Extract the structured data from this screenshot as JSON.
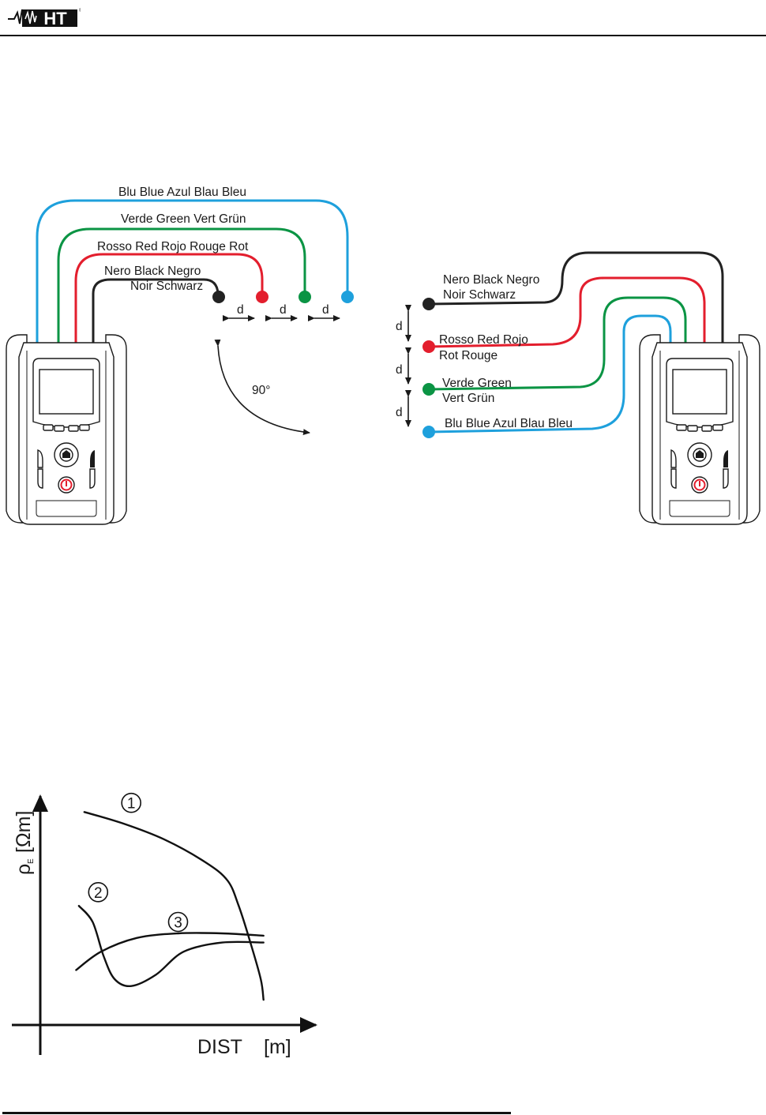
{
  "header": {
    "logo_text": "HT",
    "logo_mark": "®"
  },
  "colors": {
    "black": "#222222",
    "red": "#e31e2d",
    "green": "#0b9444",
    "blue": "#1ea0dc"
  },
  "wenner_diagram": {
    "labels": {
      "blue": "Blu Blue Azul Blau Bleu",
      "green": "Verde Green Vert Grün",
      "red": "Rosso Red Rojo Rouge Rot",
      "black_line1": "Nero Black Negro",
      "black_line2": "Noir Schwarz"
    },
    "spacing_label": "d",
    "angle_label": "90°"
  },
  "rotated_diagram": {
    "labels": {
      "black_line1": "Nero Black Negro",
      "black_line2": "Noir Schwarz",
      "red_line1": "Rosso Red Rojo",
      "red_line2": "Rot Rouge",
      "green_line1": "Verde Green",
      "green_line2": "Vert Grün",
      "blue": "Blu Blue Azul Blau Bleu"
    },
    "spacing_label": "d"
  },
  "chart_data": {
    "type": "line",
    "title": "",
    "ylabel": "ρE [Ωm]",
    "ylabel_main": "ρ",
    "ylabel_sub": "E",
    "ylabel_unit": "[Ωm]",
    "xlabel": "DIST [m]",
    "xlabel_main": "DIST",
    "xlabel_unit": "[m]",
    "grid": false,
    "xlim": [
      0,
      100
    ],
    "ylim": [
      0,
      100
    ],
    "series": [
      {
        "name": "1",
        "x": [
          16,
          30,
          45,
          60,
          68,
          72,
          76,
          80,
          81
        ],
        "y": [
          93,
          88,
          81,
          71,
          63,
          52,
          37,
          20,
          11
        ]
      },
      {
        "name": "2",
        "x": [
          14,
          19,
          23,
          27,
          33,
          42,
          52,
          66,
          81
        ],
        "y": [
          52,
          45,
          30,
          20,
          17,
          22,
          32,
          36,
          36
        ]
      },
      {
        "name": "3",
        "x": [
          13,
          22,
          35,
          50,
          66,
          81
        ],
        "y": [
          24,
          32,
          38,
          40,
          40,
          39
        ]
      }
    ],
    "annotations": [
      "①",
      "②",
      "③"
    ]
  }
}
